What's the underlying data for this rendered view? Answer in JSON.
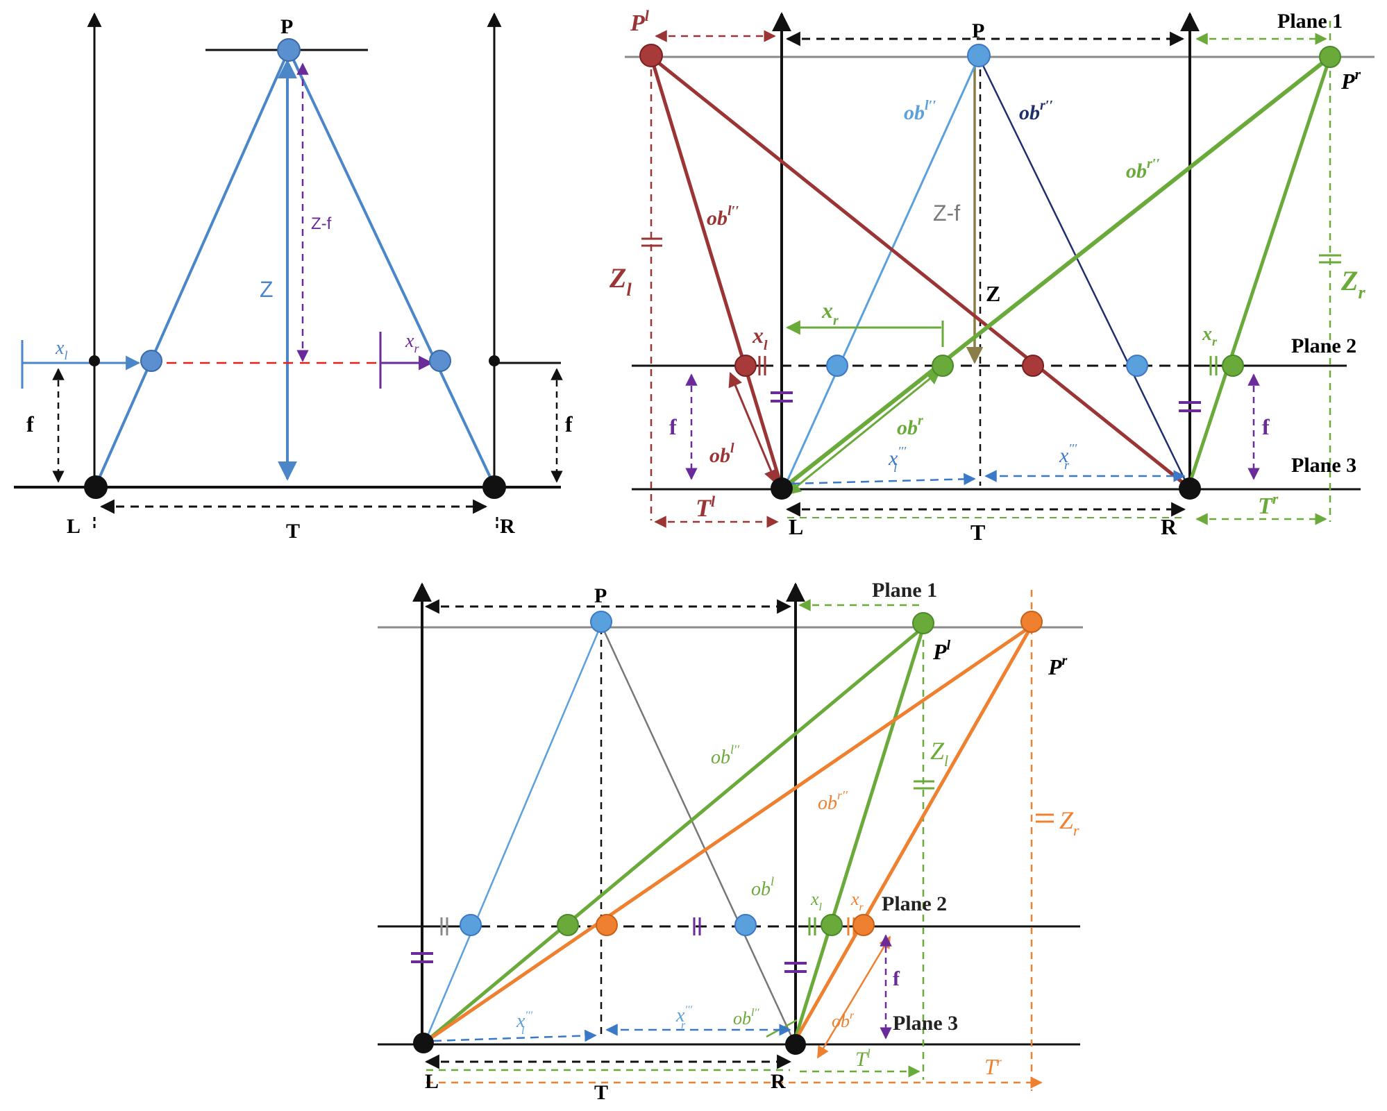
{
  "colors": {
    "black": "#111111",
    "gray": "#8a8a8a",
    "blue": "#4a86c8",
    "sky": "#5aa0dc",
    "navy": "#1f2f6e",
    "red": "#9b3535",
    "green": "#6aaa3a",
    "orange": "#ee8030",
    "purple": "#6a2a9a",
    "olive": "#8a7d4a"
  },
  "panel_a": {
    "P": "P",
    "L": "L",
    "R": "R",
    "T": "T",
    "Z": "Z",
    "Zf": "Z-f",
    "f_left": "f",
    "f_right": "f",
    "xl": "x",
    "xl_sub": "l",
    "xr": "x",
    "xr_sub": "r"
  },
  "panel_b": {
    "Pl": "P",
    "Pl_sup": "l",
    "P": "P",
    "Pr": "P",
    "Pr_sup": "r",
    "plane1": "Plane 1",
    "plane2": "Plane 2",
    "plane3": "Plane 3",
    "obl2": "ob",
    "obl2_sup": "l′′",
    "obr2_navy": "ob",
    "obr2_navy_sup": "r′′",
    "obr2_green": "ob",
    "obr2_green_sup": "r′′",
    "obl2_red": "ob",
    "obl2_red_sup": "l′′",
    "obl": "ob",
    "obl_sup": "l",
    "obr": "ob",
    "obr_sup": "r",
    "Zf": "Z-f",
    "Z": "Z",
    "Zl": "Z",
    "Zl_sub": "l",
    "Zr": "Z",
    "Zr_sub": "r",
    "xr_top": "x",
    "xr_top_sub": "r",
    "xl": "x",
    "xl_sub": "l",
    "xr_right": "x",
    "xr_right_sub": "r",
    "f_left": "f",
    "f_right": "f",
    "xl3": "x",
    "xl3_sub": "l",
    "xl3_sup": "′′′",
    "xr3": "x",
    "xr3_sub": "r",
    "xr3_sup": "′′′",
    "Tl": "T",
    "Tl_sup": "l",
    "Tr": "T",
    "Tr_sup": "r",
    "L": "L",
    "T": "T",
    "R": "R"
  },
  "panel_c": {
    "P": "P",
    "plane1": "Plane 1",
    "plane2": "Plane 2",
    "plane3": "Plane 3",
    "Pl": "P",
    "Pl_sup": "l",
    "Pr": "P",
    "Pr_sup": "r",
    "obl2": "ob",
    "obl2_sup": "l′′",
    "obr2": "ob",
    "obr2_sup": "r′′",
    "Zl": "Z",
    "Zl_sub": "l",
    "Zr": "Z",
    "Zr_sub": "r",
    "obl": "ob",
    "obl_sup": "l",
    "xl": "x",
    "xl_sub": "l",
    "xr": "x",
    "xr_sub": "r",
    "f": "f",
    "xl3": "x",
    "xl3_sub": "l",
    "xl3_sup": "′′′",
    "xr3": "x",
    "xr3_sub": "r",
    "xr3_sup": "′′′",
    "obl_low": "ob",
    "obl_low_sup": "l′′",
    "obr_low": "ob",
    "obr_low_sup": "r",
    "Tl": "T",
    "Tl_sup": "l",
    "Tr": "T",
    "Tr_sup": "r",
    "L": "L",
    "T": "T",
    "R": "R"
  }
}
